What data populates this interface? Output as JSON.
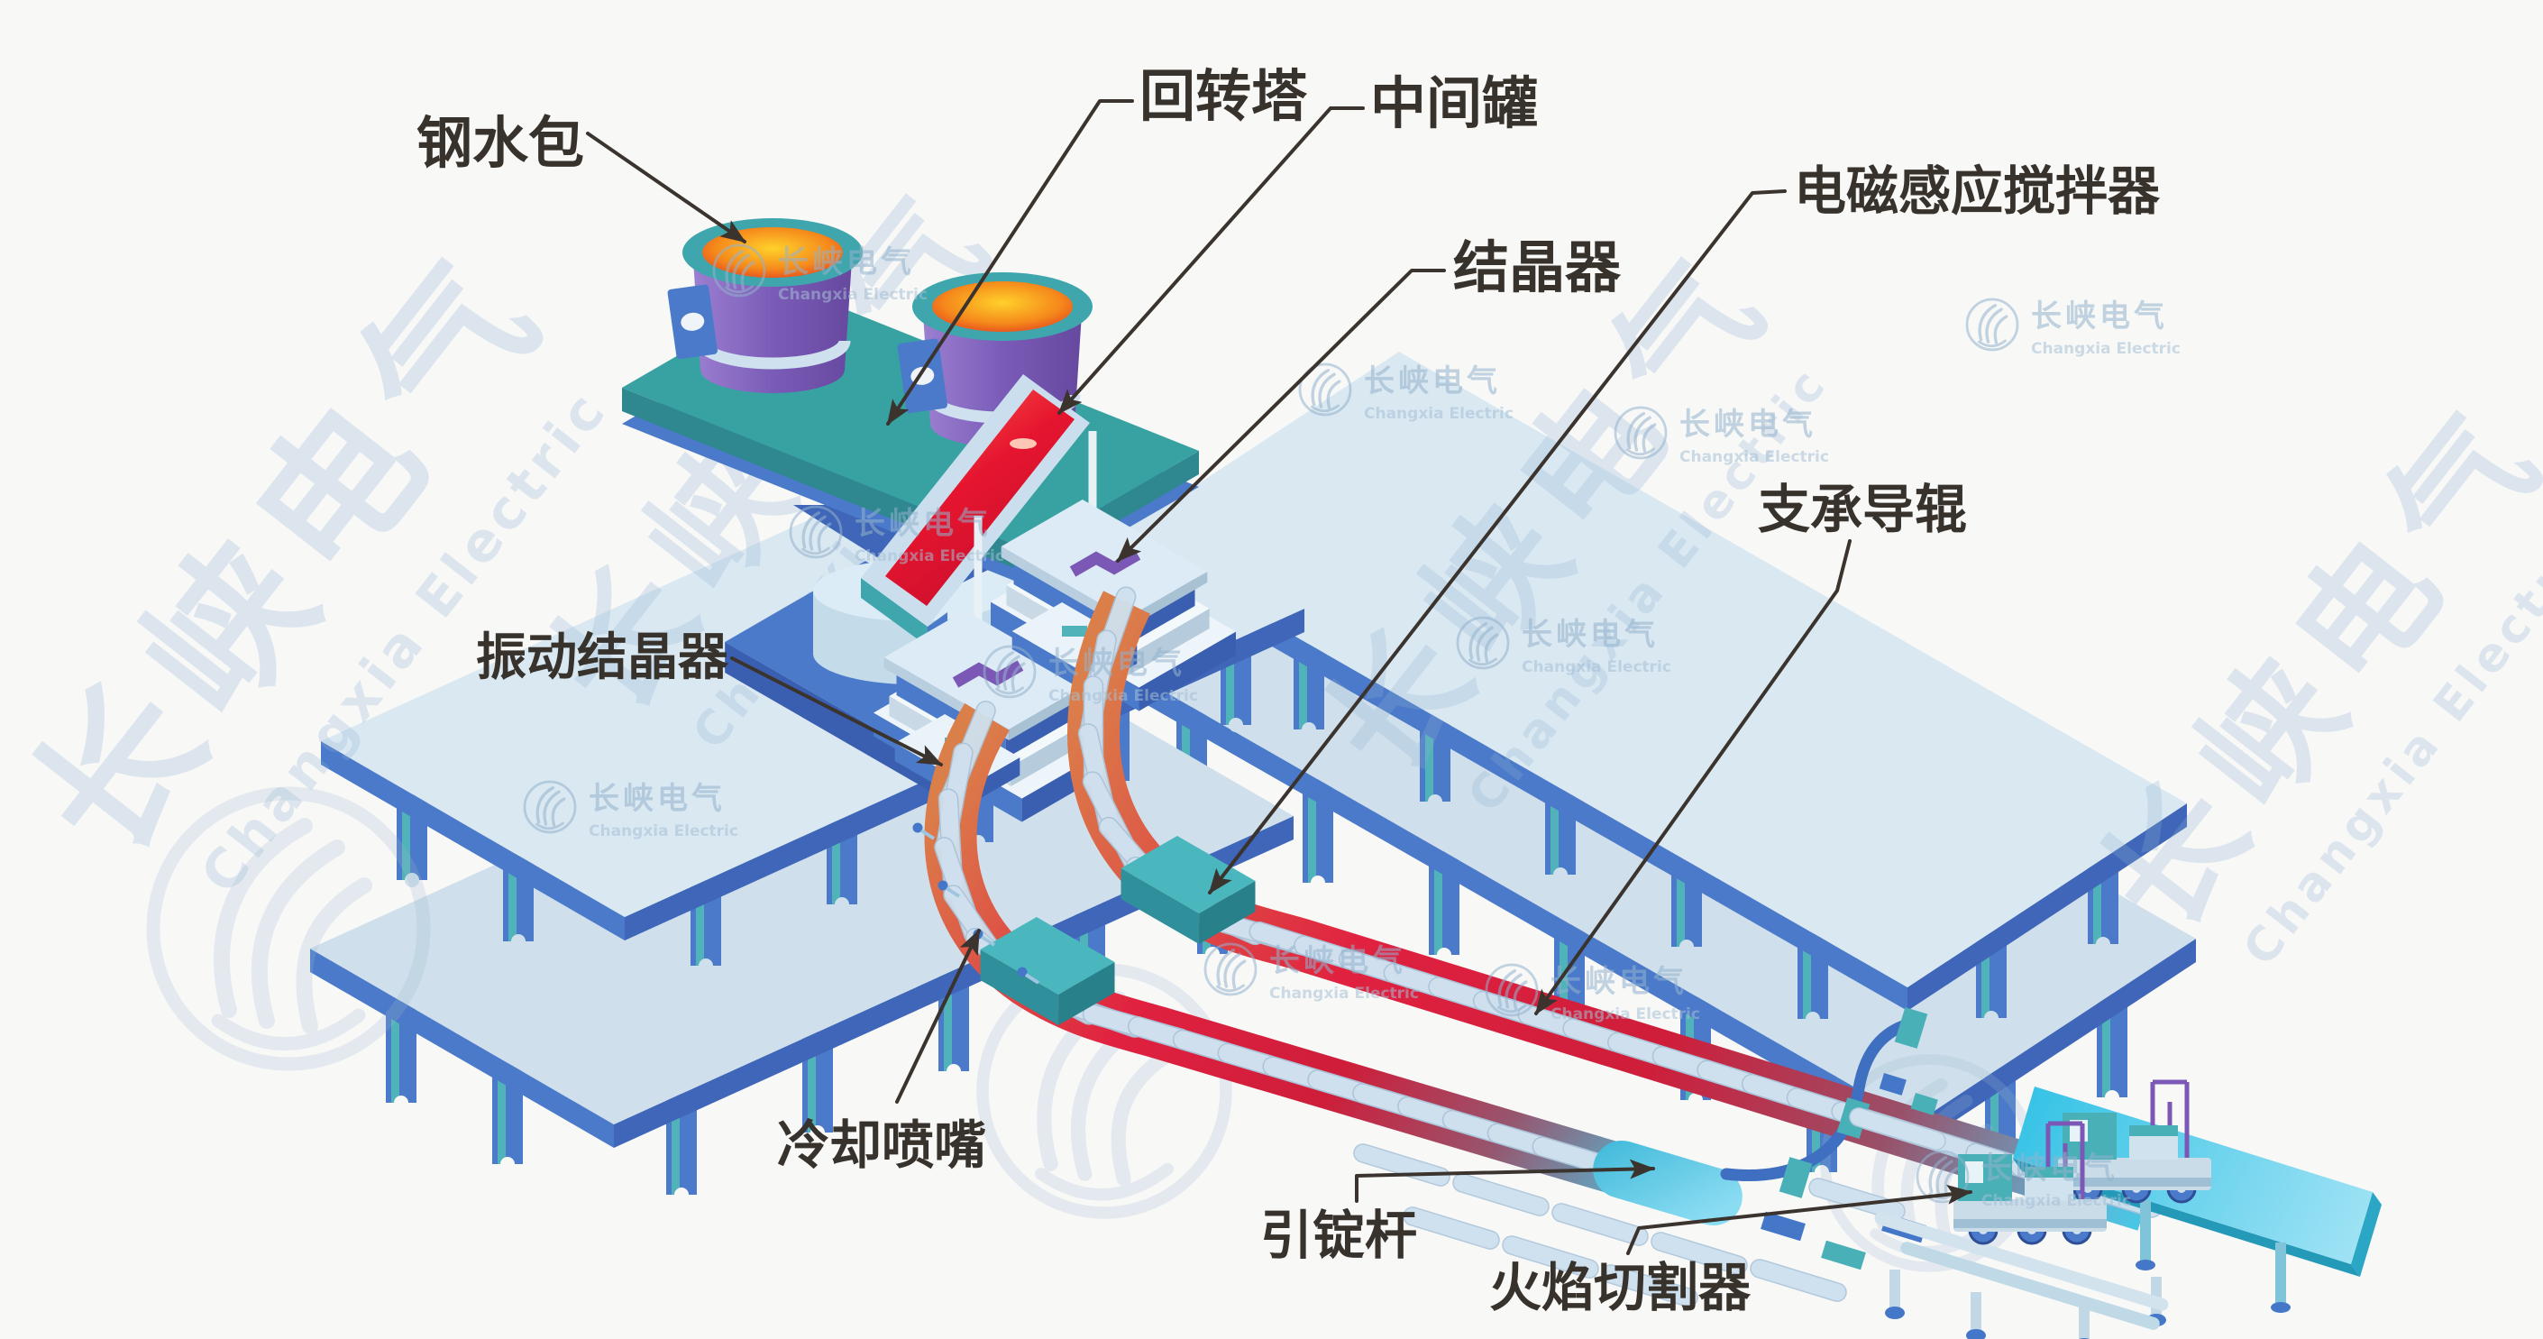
{
  "watermark": {
    "cn": "长峡电气",
    "en": "Changxia Electric"
  },
  "labels": {
    "ladle": "钢水包",
    "turret": "回转塔",
    "tundish": "中间罐",
    "mold": "结晶器",
    "ems": "电磁感应搅拌器",
    "support_roller": "支承导辊",
    "vibrating_mold": "振动结晶器",
    "cooling_nozzle": "冷却喷嘴",
    "dummy_bar": "引锭杆",
    "flame_cutter": "火焰切割器"
  },
  "colors": {
    "background": "#f8f8f7",
    "platform_top": "#dae8f2",
    "platform_lower_top": "#cfdfeb",
    "platform_edge": "#4a7ac9",
    "platform_edge_dark": "#3f66b8",
    "leg_accent": "#4fb3b9",
    "turret_teal": "#38a2a3",
    "ladle_purple": "#7a5cb8",
    "molten_orange": "#f5891b",
    "molten_red": "#dd2a22",
    "strand_hot": "#e02140",
    "strand_cold": "#49c6e4",
    "roller": "#cfe0ee",
    "stirrer_teal": "#49b7bd",
    "label_text": "#38322d",
    "watermark_blue": "#8fb3d2"
  }
}
